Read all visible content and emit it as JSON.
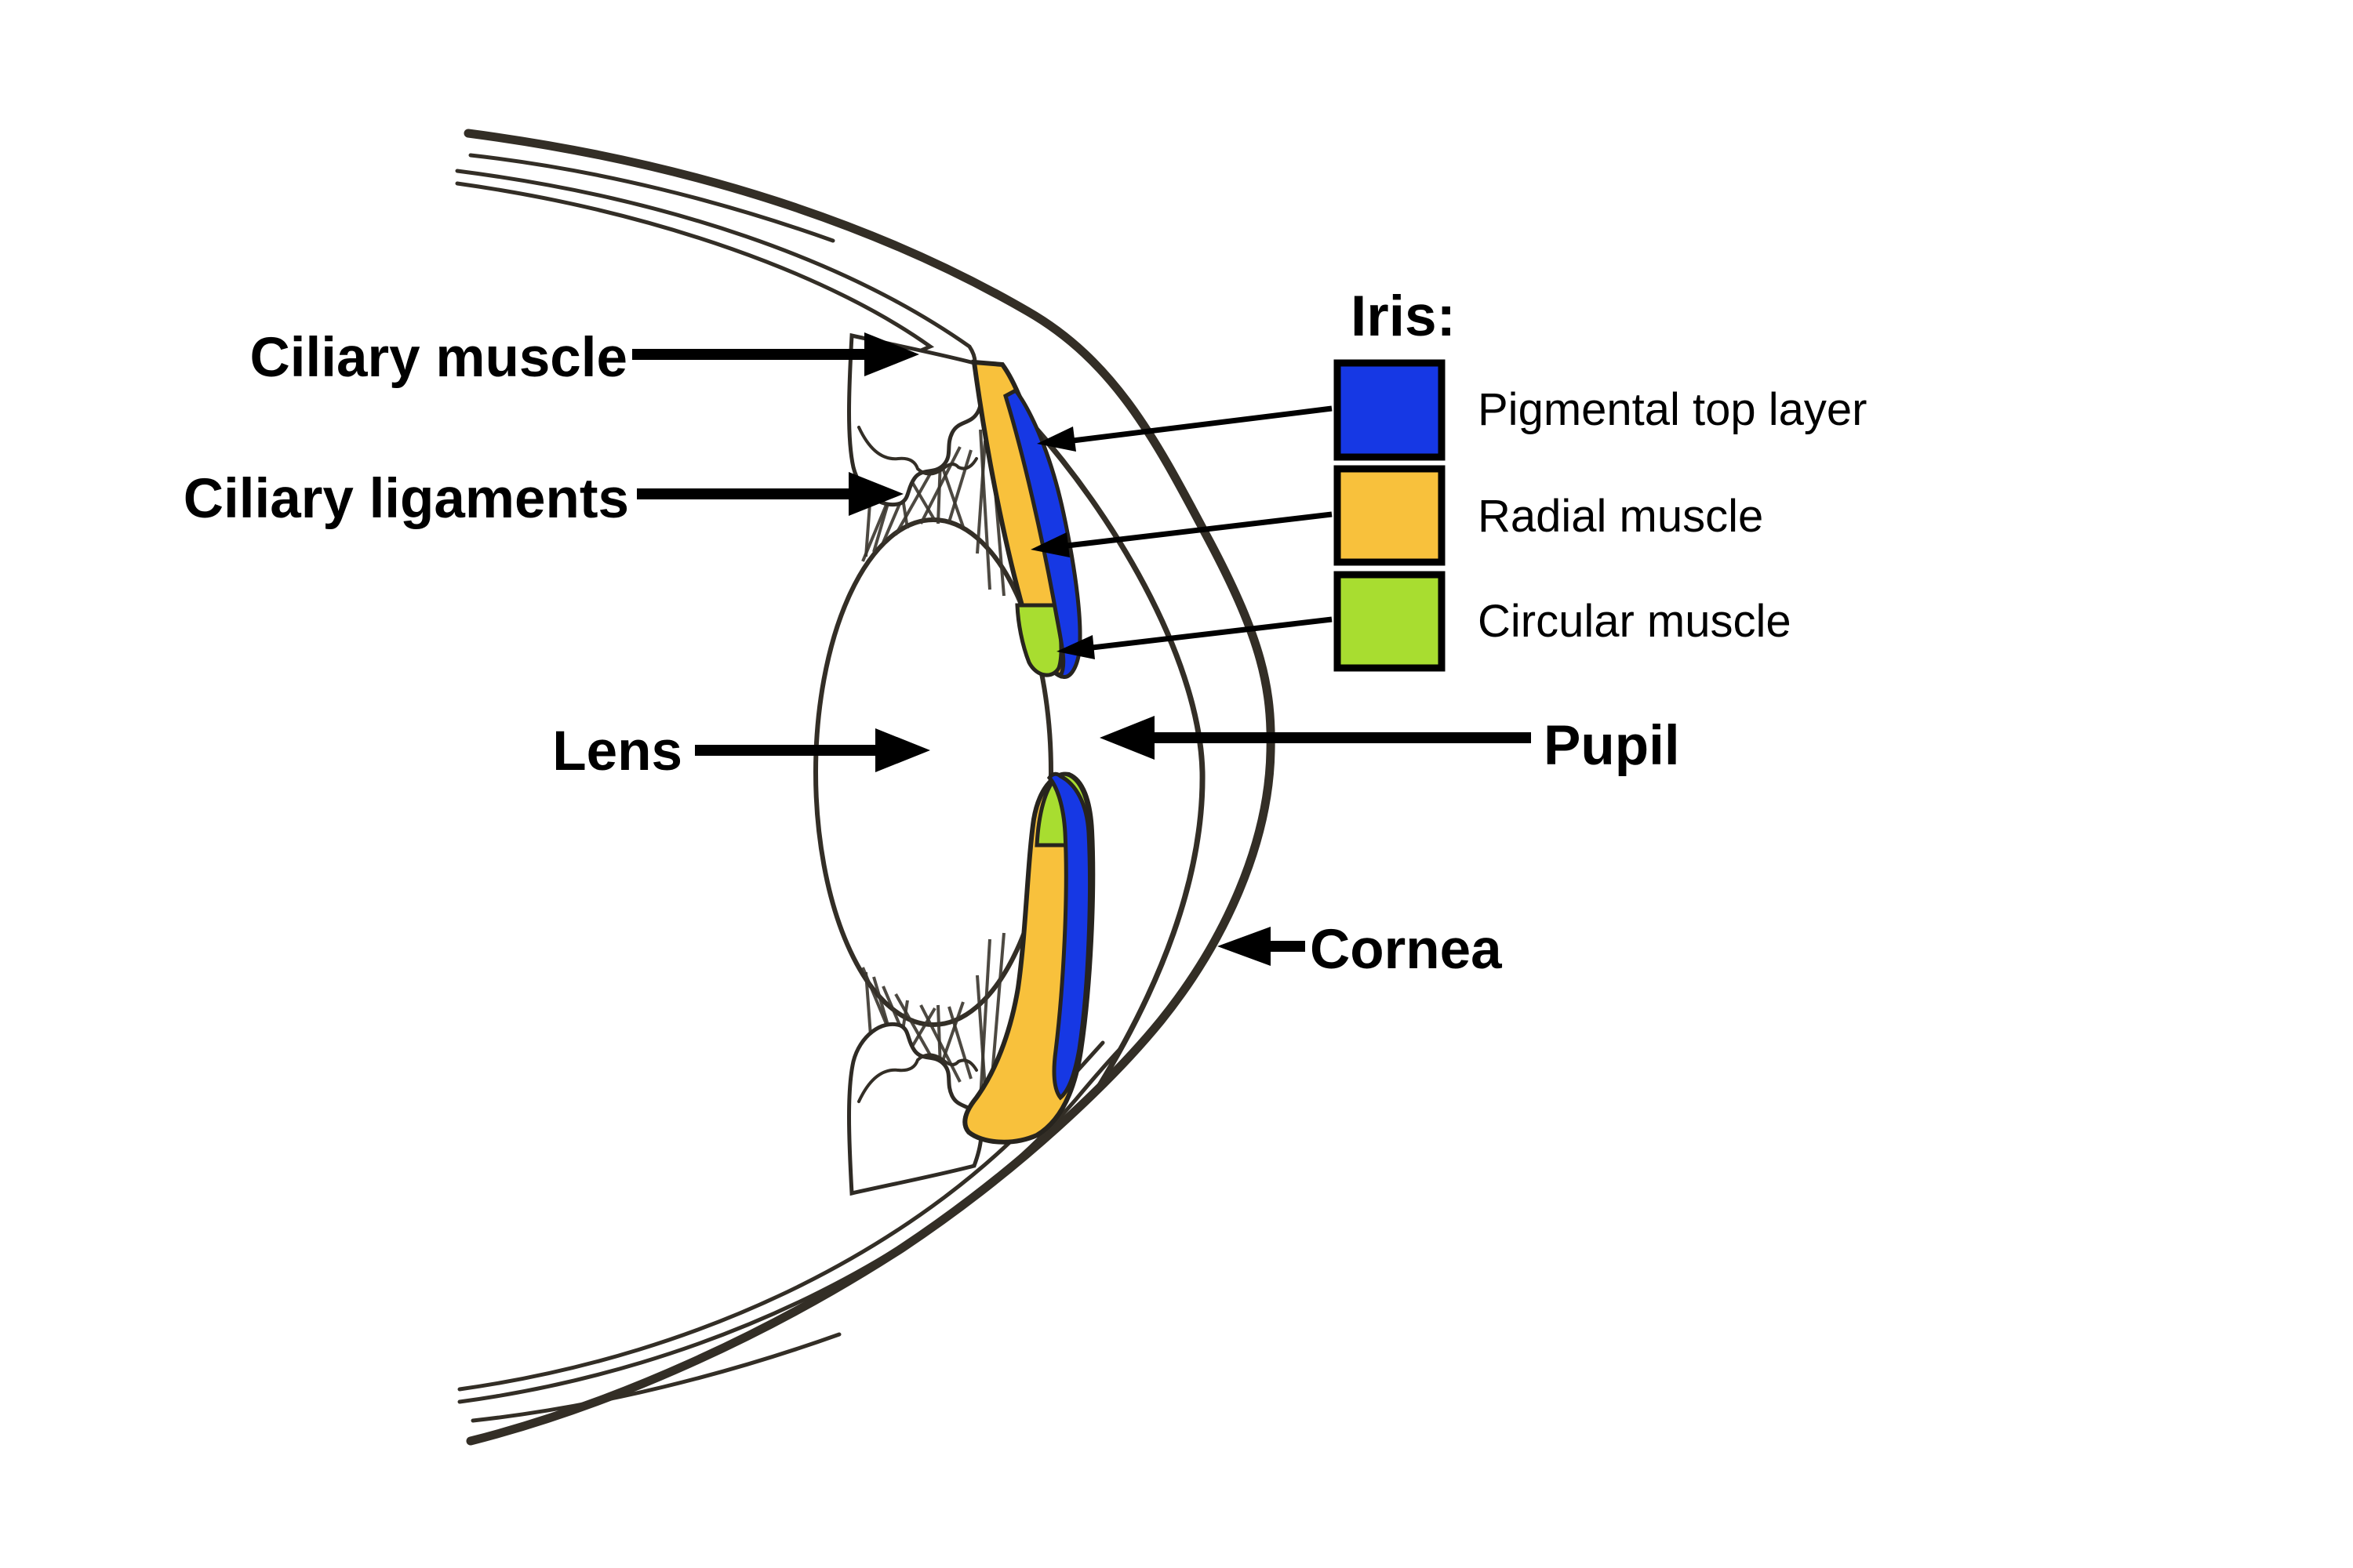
{
  "labels": {
    "ciliary_muscle": "Ciliary muscle",
    "ciliary_ligaments": "Ciliary ligaments",
    "lens": "Lens",
    "pupil": "Pupil",
    "cornea": "Cornea"
  },
  "legend": {
    "title": "Iris:",
    "items": [
      {
        "label": "Pigmental top layer",
        "color": "#1638e4"
      },
      {
        "label": "Radial muscle",
        "color": "#f8c13c"
      },
      {
        "label": "Circular muscle",
        "color": "#a8dd30"
      }
    ]
  },
  "colors": {
    "outline": "#332e26",
    "arrow": "#000000",
    "background": "#ffffff"
  }
}
